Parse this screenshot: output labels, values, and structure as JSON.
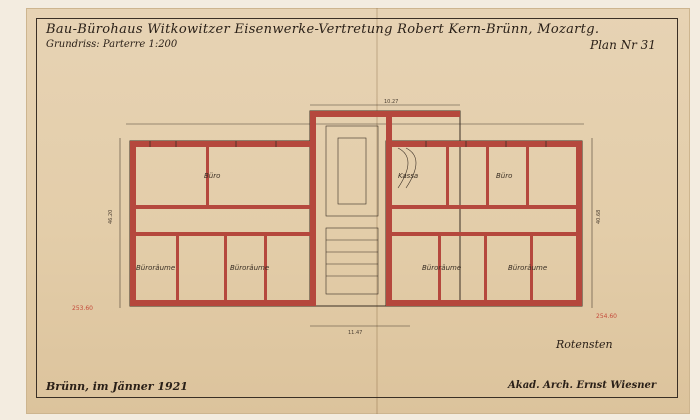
{
  "drawing": {
    "title": "Bau-Bürohaus Witkowitzer Eisenwerke-Vertretung Robert Kern-Brünn, Mozartg.",
    "subtitle": "Grundriss: Parterre 1:200",
    "plan_number": "Plan Nr 31",
    "place_date": "Brünn, im Jänner 1921",
    "architect": "Akad. Arch. Ernst Wiesner",
    "signature": "Rotensten"
  },
  "rooms": {
    "upper_left": "Büro",
    "upper_right_1": "Kassa",
    "upper_right_2": "Büro",
    "lower_left_1": "Büroräume",
    "lower_left_2": "Büroräume",
    "lower_right_1": "Büroräume",
    "lower_right_2": "Büroräume"
  },
  "annotations": {
    "left_level": "253.60",
    "right_level": "254.60",
    "top_dim": "10.27",
    "left_dim": "46.20",
    "right_dim": "40.68",
    "bottom_dim": "11.47"
  },
  "colors": {
    "paper": "#e5d0ad",
    "wall_red": "#b5483d",
    "ink": "#2a2018",
    "red_note": "#c54a3a"
  }
}
